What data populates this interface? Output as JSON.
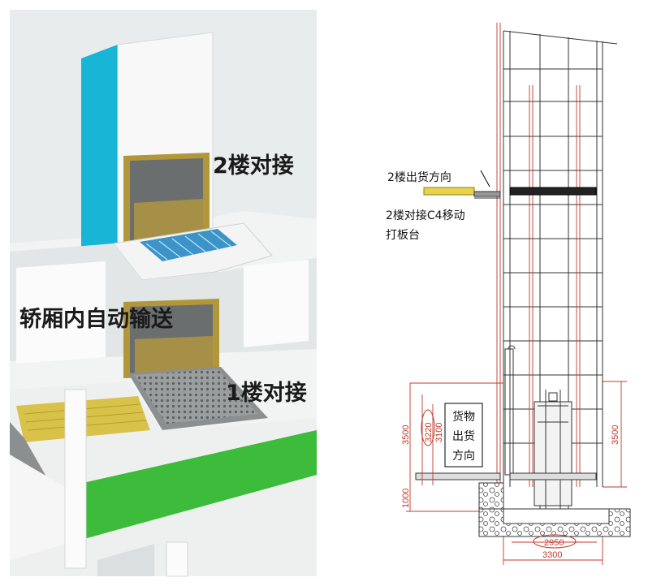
{
  "left_render": {
    "label_floor2": "2楼对接",
    "label_car": "轿厢内自动输送",
    "label_floor1": "1楼对接",
    "colors": {
      "accent_cyan": "#19b5d6",
      "accent_green": "#3dbb3a",
      "accent_yellow": "#e6cf4a"
    }
  },
  "right_drawing": {
    "label_out_dir": "2楼出货方向",
    "label_flap_line1": "2楼对接C4移动",
    "label_flap_line2": "打板台",
    "label_cargo_dir": [
      "货物",
      "出货",
      "方向"
    ],
    "dimensions": {
      "height_left_outer": "3500",
      "height_left_circle": "3220",
      "height_left_inner": "3100",
      "height_right": "3500",
      "pit_depth": "1000",
      "width_inner": "2950",
      "width_outer": "3300"
    },
    "colors": {
      "dim_red": "#c0392b",
      "steel": "#333333",
      "yellow": "#e8d34a"
    }
  }
}
